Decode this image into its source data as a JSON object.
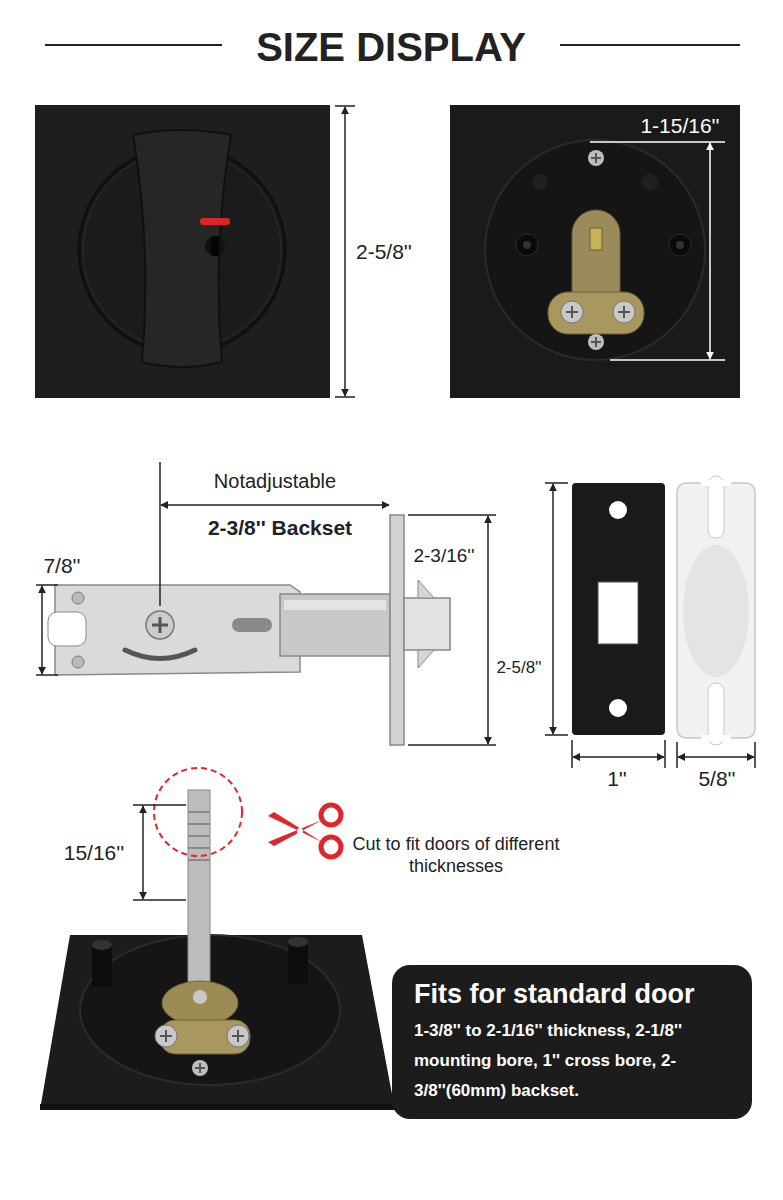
{
  "diagram": {
    "title": "SIZE DISPLAY",
    "nodes": [
      {
        "text": [
          "Fits for standard door",
          "1-3/8'' to 2-1/16'' thickness, 2-1/8'' mounting bore, 1'' cross bore, 2-3/8''(60mm) backset."
        ]
      }
    ],
    "labels": [
      "2-5/8''",
      "1-15/16''",
      "Notadjustable",
      "2-3/8'' Backset",
      "7/8''",
      "2-3/16''",
      "2-5/8''",
      "1''",
      "5/8''",
      "15/16''",
      "Cut to fit doors of different thicknesses"
    ]
  }
}
